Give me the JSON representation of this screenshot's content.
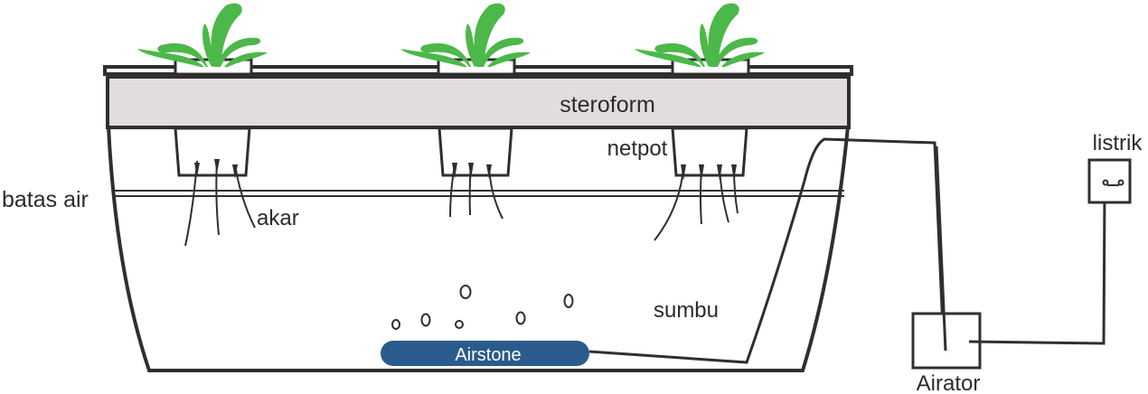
{
  "diagram": {
    "labels": {
      "steroform": "steroform",
      "netpot": "netpot",
      "batas_air": "batas air",
      "akar": "akar",
      "sumbu": "sumbu",
      "airstone": "Airstone",
      "airator": "Airator",
      "listrik": "listrik"
    },
    "colors": {
      "steroform_fill": "#e2dcde",
      "airstone_fill": "#2b5a8c",
      "plant_green": "#4cb849",
      "outline": "#2f2f2f"
    },
    "icons": {
      "plant": "plant-icon",
      "socket": "power-socket-icon"
    }
  }
}
